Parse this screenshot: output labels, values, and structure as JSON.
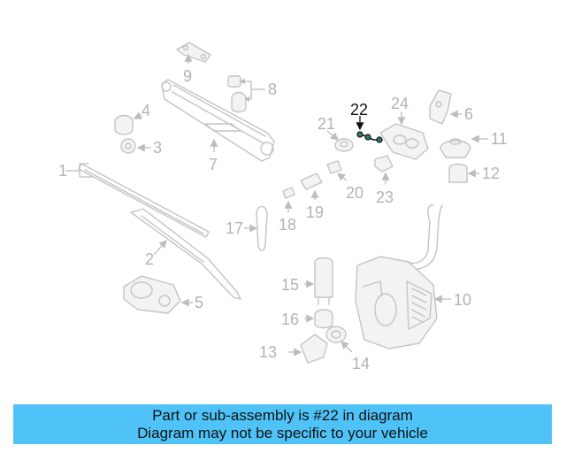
{
  "callouts": [
    "1",
    "2",
    "3",
    "4",
    "5",
    "6",
    "7",
    "8",
    "9",
    "10",
    "11",
    "12",
    "13",
    "14",
    "15",
    "16",
    "17",
    "18",
    "19",
    "20",
    "21",
    "22",
    "23",
    "24"
  ],
  "highlighted_callout": "22",
  "banner": {
    "line1": "Part or sub-assembly is #22 in diagram",
    "line2": "Diagram may not be specific to your vehicle",
    "background": "#4fc3f7"
  },
  "colors": {
    "part_line": "#c4c4c4",
    "label": "#b3b3b3",
    "highlight": "#111111"
  }
}
